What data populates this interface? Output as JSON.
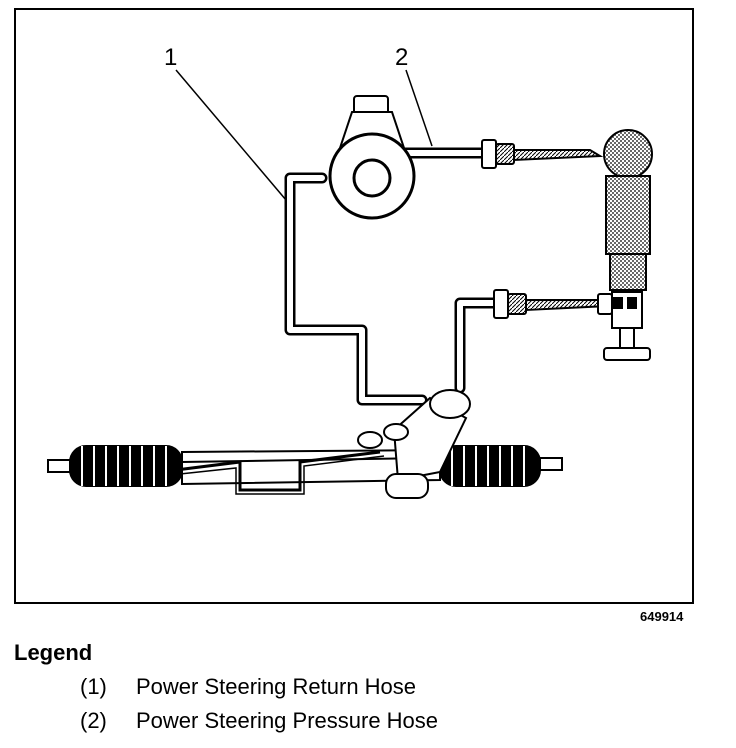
{
  "figure": {
    "callouts": {
      "one": "1",
      "two": "2"
    },
    "figure_id": "649914"
  },
  "legend": {
    "title": "Legend",
    "items": [
      {
        "number": "(1)",
        "label": "Power Steering Return Hose"
      },
      {
        "number": "(2)",
        "label": "Power Steering Pressure Hose"
      }
    ]
  },
  "colors": {
    "ink": "#000000",
    "paper": "#ffffff",
    "shade": "#888888"
  }
}
